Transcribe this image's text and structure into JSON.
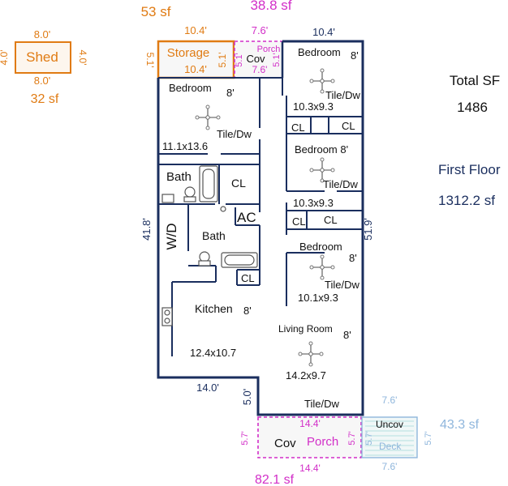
{
  "summary": {
    "total_label": "Total SF",
    "total_value": "1486",
    "floor_label": "First Floor",
    "floor_value": "1312.2 sf"
  },
  "shed": {
    "label": "Shed",
    "width_top": "8.0'",
    "width_bottom": "8.0'",
    "depth_left": "4.0'",
    "depth_right": "4.0'",
    "area": "32 sf"
  },
  "storage": {
    "label": "Storage",
    "area": "53 sf",
    "width_top": "10.4'",
    "width_inner": "10.4'",
    "depth_left": "5.1'",
    "depth_right": "5.1'"
  },
  "front_porch": {
    "area": "38.8 sf",
    "width_top": "7.6'",
    "label_porch": "Porch",
    "label_cov": "Cov",
    "width_inner": "7.6'",
    "depth_left": "5.1'",
    "depth_right": "5.1'"
  },
  "house": {
    "top_right_width": "10.4'",
    "left_depth": "41.8'",
    "right_depth": "51.9'",
    "bottom_left_width": "14.0'",
    "notch_depth": "5.0'"
  },
  "rooms": {
    "bed1": {
      "name": "Bedroom",
      "ceiling": "8'",
      "floor": "Tile/Dw",
      "size": "11.1x13.6"
    },
    "bed2": {
      "name": "Bedroom",
      "ceiling": "8'",
      "floor": "Tile/Dw",
      "size": "10.3x9.3"
    },
    "bed3": {
      "name": "Bedroom 8'",
      "floor": "Tile/Dw",
      "size": "10.3x9.3"
    },
    "bed4": {
      "name": "Bedroom",
      "ceiling": "8'",
      "floor": "Tile/Dw",
      "size": "10.1x9.3"
    },
    "bath1": "Bath",
    "bath2": "Bath",
    "wd": "W/D",
    "ac": "AC",
    "closets": [
      "CL",
      "CL",
      "CL",
      "CL",
      "CL",
      "CL"
    ],
    "kitchen": {
      "name": "Kitchen",
      "ceiling": "8'",
      "size": "12.4x10.7"
    },
    "living": {
      "name": "Living Room",
      "ceiling": "8'",
      "size": "14.2x9.7",
      "floor": "Tile/Dw"
    }
  },
  "rear_porch": {
    "area": "82.1 sf",
    "label_cov": "Cov",
    "label_porch": "Porch",
    "width_top": "14.4'",
    "width_bottom": "14.4'",
    "depth_left": "5.7'",
    "depth_right": "5.7'"
  },
  "deck": {
    "label_uncov": "Uncov",
    "label_deck": "Deck",
    "area": "43.3 sf",
    "width_top": "7.6'",
    "width_bottom": "7.6'",
    "depth_left": "5.7'",
    "depth_right": "5.7'"
  },
  "colors": {
    "wall": "#1a2e5e",
    "storage": "#e07b13",
    "porch": "#d22fc8",
    "deck": "#8fb6dc"
  }
}
